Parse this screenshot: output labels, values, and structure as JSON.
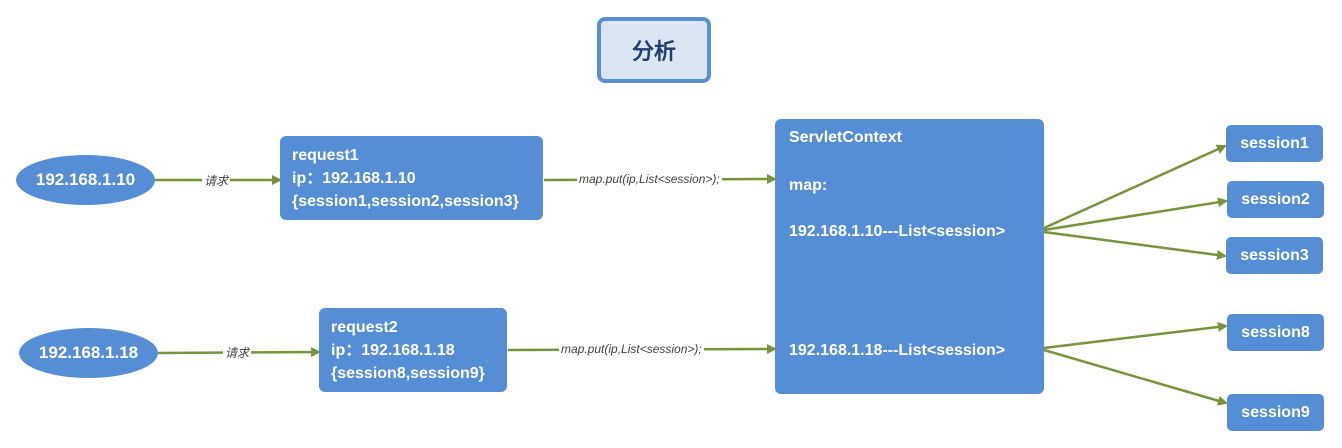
{
  "title": "分析",
  "clients": [
    {
      "ip": "192.168.1.10"
    },
    {
      "ip": "192.168.1.18"
    }
  ],
  "requests": [
    {
      "name": "request1",
      "ip_line": "ip：192.168.1.10",
      "sessions_line": "{session1,session2,session3}"
    },
    {
      "name": "request2",
      "ip_line": "ip：192.168.1.18",
      "sessions_line": "{session8,session9}"
    }
  ],
  "edge_labels": {
    "request": "请求",
    "map_put": "map.put(ip,List<session>);"
  },
  "servlet_context": {
    "title": "ServletContext",
    "map_label": "map:",
    "entries": [
      "192.168.1.10---List<session>",
      "192.168.1.18---List<session>"
    ]
  },
  "sessions": [
    "session1",
    "session2",
    "session3",
    "session8",
    "session9"
  ],
  "colors": {
    "node_fill": "#558ed5",
    "arrow": "#77933c",
    "title_fill": "#dce6f2",
    "title_border": "#5a8fd1"
  }
}
